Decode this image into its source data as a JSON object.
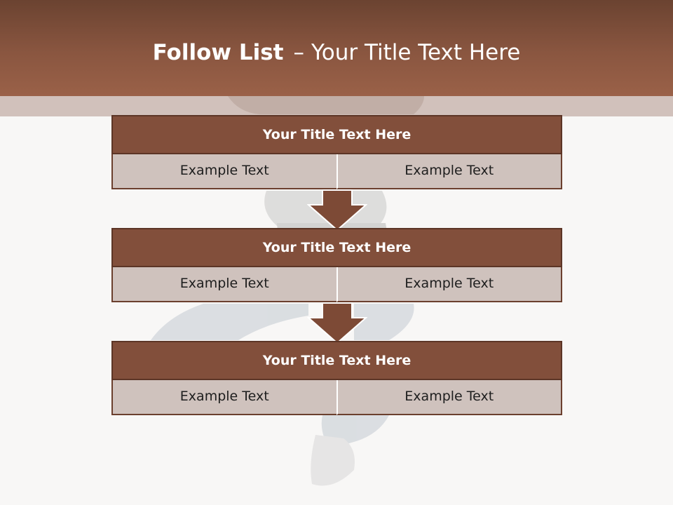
{
  "header": {
    "title_bold": "Follow List",
    "title_dash": "–",
    "title_rest": "Your Title Text Here"
  },
  "colors": {
    "header": "#8a5640",
    "block_head": "#824f3b",
    "cell": "#cfc2bd",
    "arrow": "#7d4a36"
  },
  "blocks": [
    {
      "title": "Your Title Text Here",
      "left": "Example Text",
      "right": "Example Text"
    },
    {
      "title": "Your Title Text Here",
      "left": "Example Text",
      "right": "Example Text"
    },
    {
      "title": "Your Title Text Here",
      "left": "Example Text",
      "right": "Example Text"
    }
  ]
}
